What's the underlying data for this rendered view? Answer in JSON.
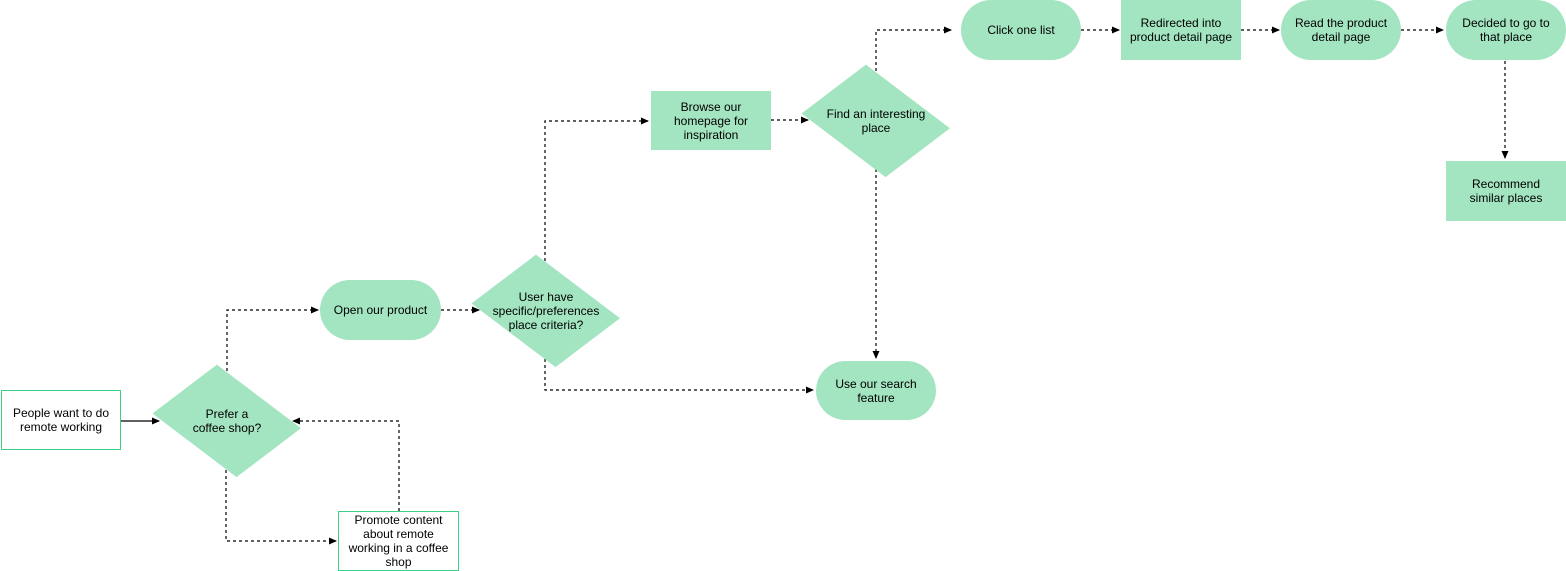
{
  "diagram": {
    "colors": {
      "fill": "#a3e4c1",
      "outline": "#3ccf86",
      "edge": "#000000"
    },
    "nodes": {
      "people": "People want to do remote working",
      "prefer": "Prefer a coffee shop?",
      "promote": "Promote content about remote working in a coffee shop",
      "open": "Open our product",
      "criteria": "User have specific/preferences place criteria?",
      "browse": "Browse our homepage for inspiration",
      "find": "Find an interesting place",
      "search": "Use our search feature",
      "click": "Click one list",
      "redirected": "Redirected into product detail page",
      "read": "Read the product detail page",
      "decided": "Decided to go to that place",
      "recommend": "Recommend similar places"
    },
    "edges": [
      {
        "from": "people",
        "to": "prefer",
        "style": "solid"
      },
      {
        "from": "prefer",
        "to": "open",
        "style": "dashed"
      },
      {
        "from": "prefer",
        "to": "promote",
        "style": "dashed"
      },
      {
        "from": "promote",
        "to": "prefer",
        "style": "dashed"
      },
      {
        "from": "open",
        "to": "criteria",
        "style": "dashed"
      },
      {
        "from": "criteria",
        "to": "browse",
        "style": "dashed"
      },
      {
        "from": "criteria",
        "to": "search",
        "style": "dashed"
      },
      {
        "from": "browse",
        "to": "find",
        "style": "dashed"
      },
      {
        "from": "find",
        "to": "click",
        "style": "dashed"
      },
      {
        "from": "find",
        "to": "search",
        "style": "dashed"
      },
      {
        "from": "click",
        "to": "redirected",
        "style": "dashed"
      },
      {
        "from": "redirected",
        "to": "read",
        "style": "dashed"
      },
      {
        "from": "read",
        "to": "decided",
        "style": "dashed"
      },
      {
        "from": "decided",
        "to": "recommend",
        "style": "dashed"
      }
    ]
  }
}
